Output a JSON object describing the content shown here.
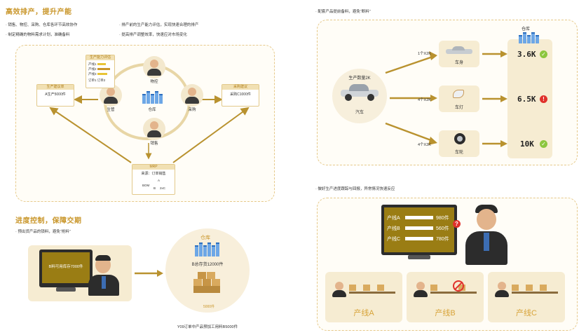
{
  "left": {
    "section1": {
      "title": "高效排产，提升产能",
      "bullets": [
        "· 销售、物控、采购、仓库各环节高效协作",
        "· 排产前的生产能力评估，实现快速合理的排产",
        "· 制定精确的物料需求计划，准确备料",
        "· 提高排产调整效率，快速应对市场变化"
      ],
      "capacity_card": {
        "title": "生产能力评估",
        "lines": [
          "产线1",
          "产线2",
          "产线3"
        ],
        "legend": [
          "订单1",
          "订单2"
        ]
      },
      "production_suggestion": {
        "title": "生产建议单",
        "body": "A生产5000件"
      },
      "purchase_suggestion": {
        "title": "采购建议",
        "body": "采购C1000件"
      },
      "mrp": {
        "title": "MRP",
        "source": "来源：订单销售",
        "bom_label": "BOM",
        "tree_root": "A",
        "tree_children": [
          "B",
          "2xC"
        ]
      },
      "roles": {
        "material_control": "物控",
        "production": "生管",
        "warehouse": "仓库",
        "purchase": "采购",
        "sales": "销售"
      }
    },
    "section2": {
      "title": "进度控制，保障交期",
      "bullets": [
        "· 预出货产品的锁料，避免“抢料”"
      ],
      "screen_text": "B料可用库存7000件",
      "warehouse_title": "仓库",
      "stock_text": "B总存货12000件",
      "locked_text": "5000件",
      "caption": "Y09订单中产品预加工用料B5000件"
    }
  },
  "right": {
    "section1": {
      "bullet": "· 配套产品提前备料，避免“断料”",
      "car_quantity": "生产数量2K",
      "car_label": "汽车",
      "parts": [
        {
          "ratio": "1个X2K",
          "name": "车身",
          "icon": "car-body-icon"
        },
        {
          "ratio": "4个X2K",
          "name": "车灯",
          "icon": "car-light-icon"
        },
        {
          "ratio": "4个X2K",
          "name": "车轮",
          "icon": "car-wheel-icon"
        }
      ],
      "warehouse_title": "仓库",
      "stocks": [
        {
          "value": "3.6K",
          "status": "ok",
          "color": "#8cc63f"
        },
        {
          "value": "6.5K",
          "status": "warning",
          "color": "#e0312b"
        },
        {
          "value": "10K",
          "status": "ok",
          "color": "#8cc63f"
        }
      ]
    },
    "section2": {
      "bullet": "· 做好生产进度跟踪与回报，异常情况快速反应",
      "progress": [
        {
          "line": "产线A",
          "value": "980件",
          "fill": 0.75
        },
        {
          "line": "产线B",
          "value": "560件",
          "fill": 0.75
        },
        {
          "line": "产线C",
          "value": "780件",
          "fill": 0.75
        }
      ],
      "alert_mark": "?",
      "lines": [
        "产线A",
        "产线B",
        "产线C"
      ]
    }
  },
  "colors": {
    "gold": "#c9962a",
    "arrow": "#b9922f",
    "screen": "#9a7d14"
  }
}
